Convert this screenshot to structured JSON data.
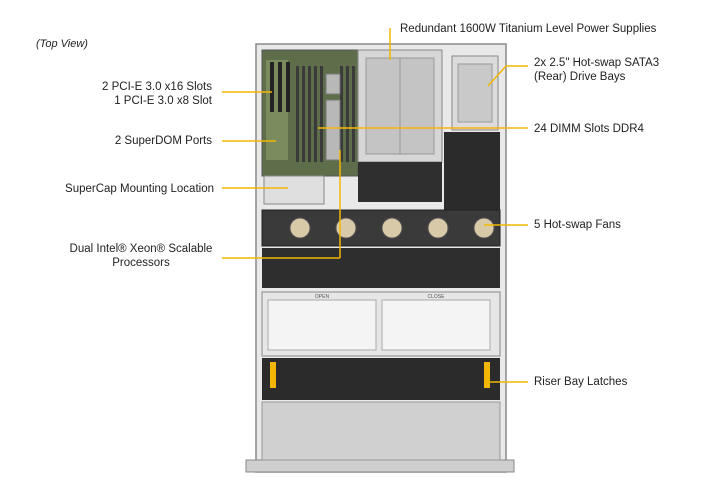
{
  "view_label": "(Top View)",
  "callouts": {
    "power_supplies": "Redundant 1600W Titanium Level Power Supplies",
    "drive_bays_line1": "2x 2.5\" Hot-swap SATA3",
    "drive_bays_line2": "(Rear) Drive Bays",
    "pcie_line1": "2 PCI-E 3.0 x16 Slots",
    "pcie_line2": "1 PCI-E 3.0 x8 Slot",
    "dimm": "24 DIMM Slots DDR4",
    "superdom": "2 SuperDOM Ports",
    "supercap": "SuperCap Mounting Location",
    "fans": "5 Hot-swap Fans",
    "cpu_line1": "Dual Intel® Xeon® Scalable",
    "cpu_line2": "Processors",
    "riser": "Riser Bay Latches"
  },
  "panel": {
    "open_label": "OPEN",
    "close_label": "CLOSE"
  },
  "colors": {
    "callout_line": "#f2b705",
    "chassis": "#9a9a9a",
    "chassis_light": "#d8d8d8",
    "board_green": "#3f6b3a"
  }
}
